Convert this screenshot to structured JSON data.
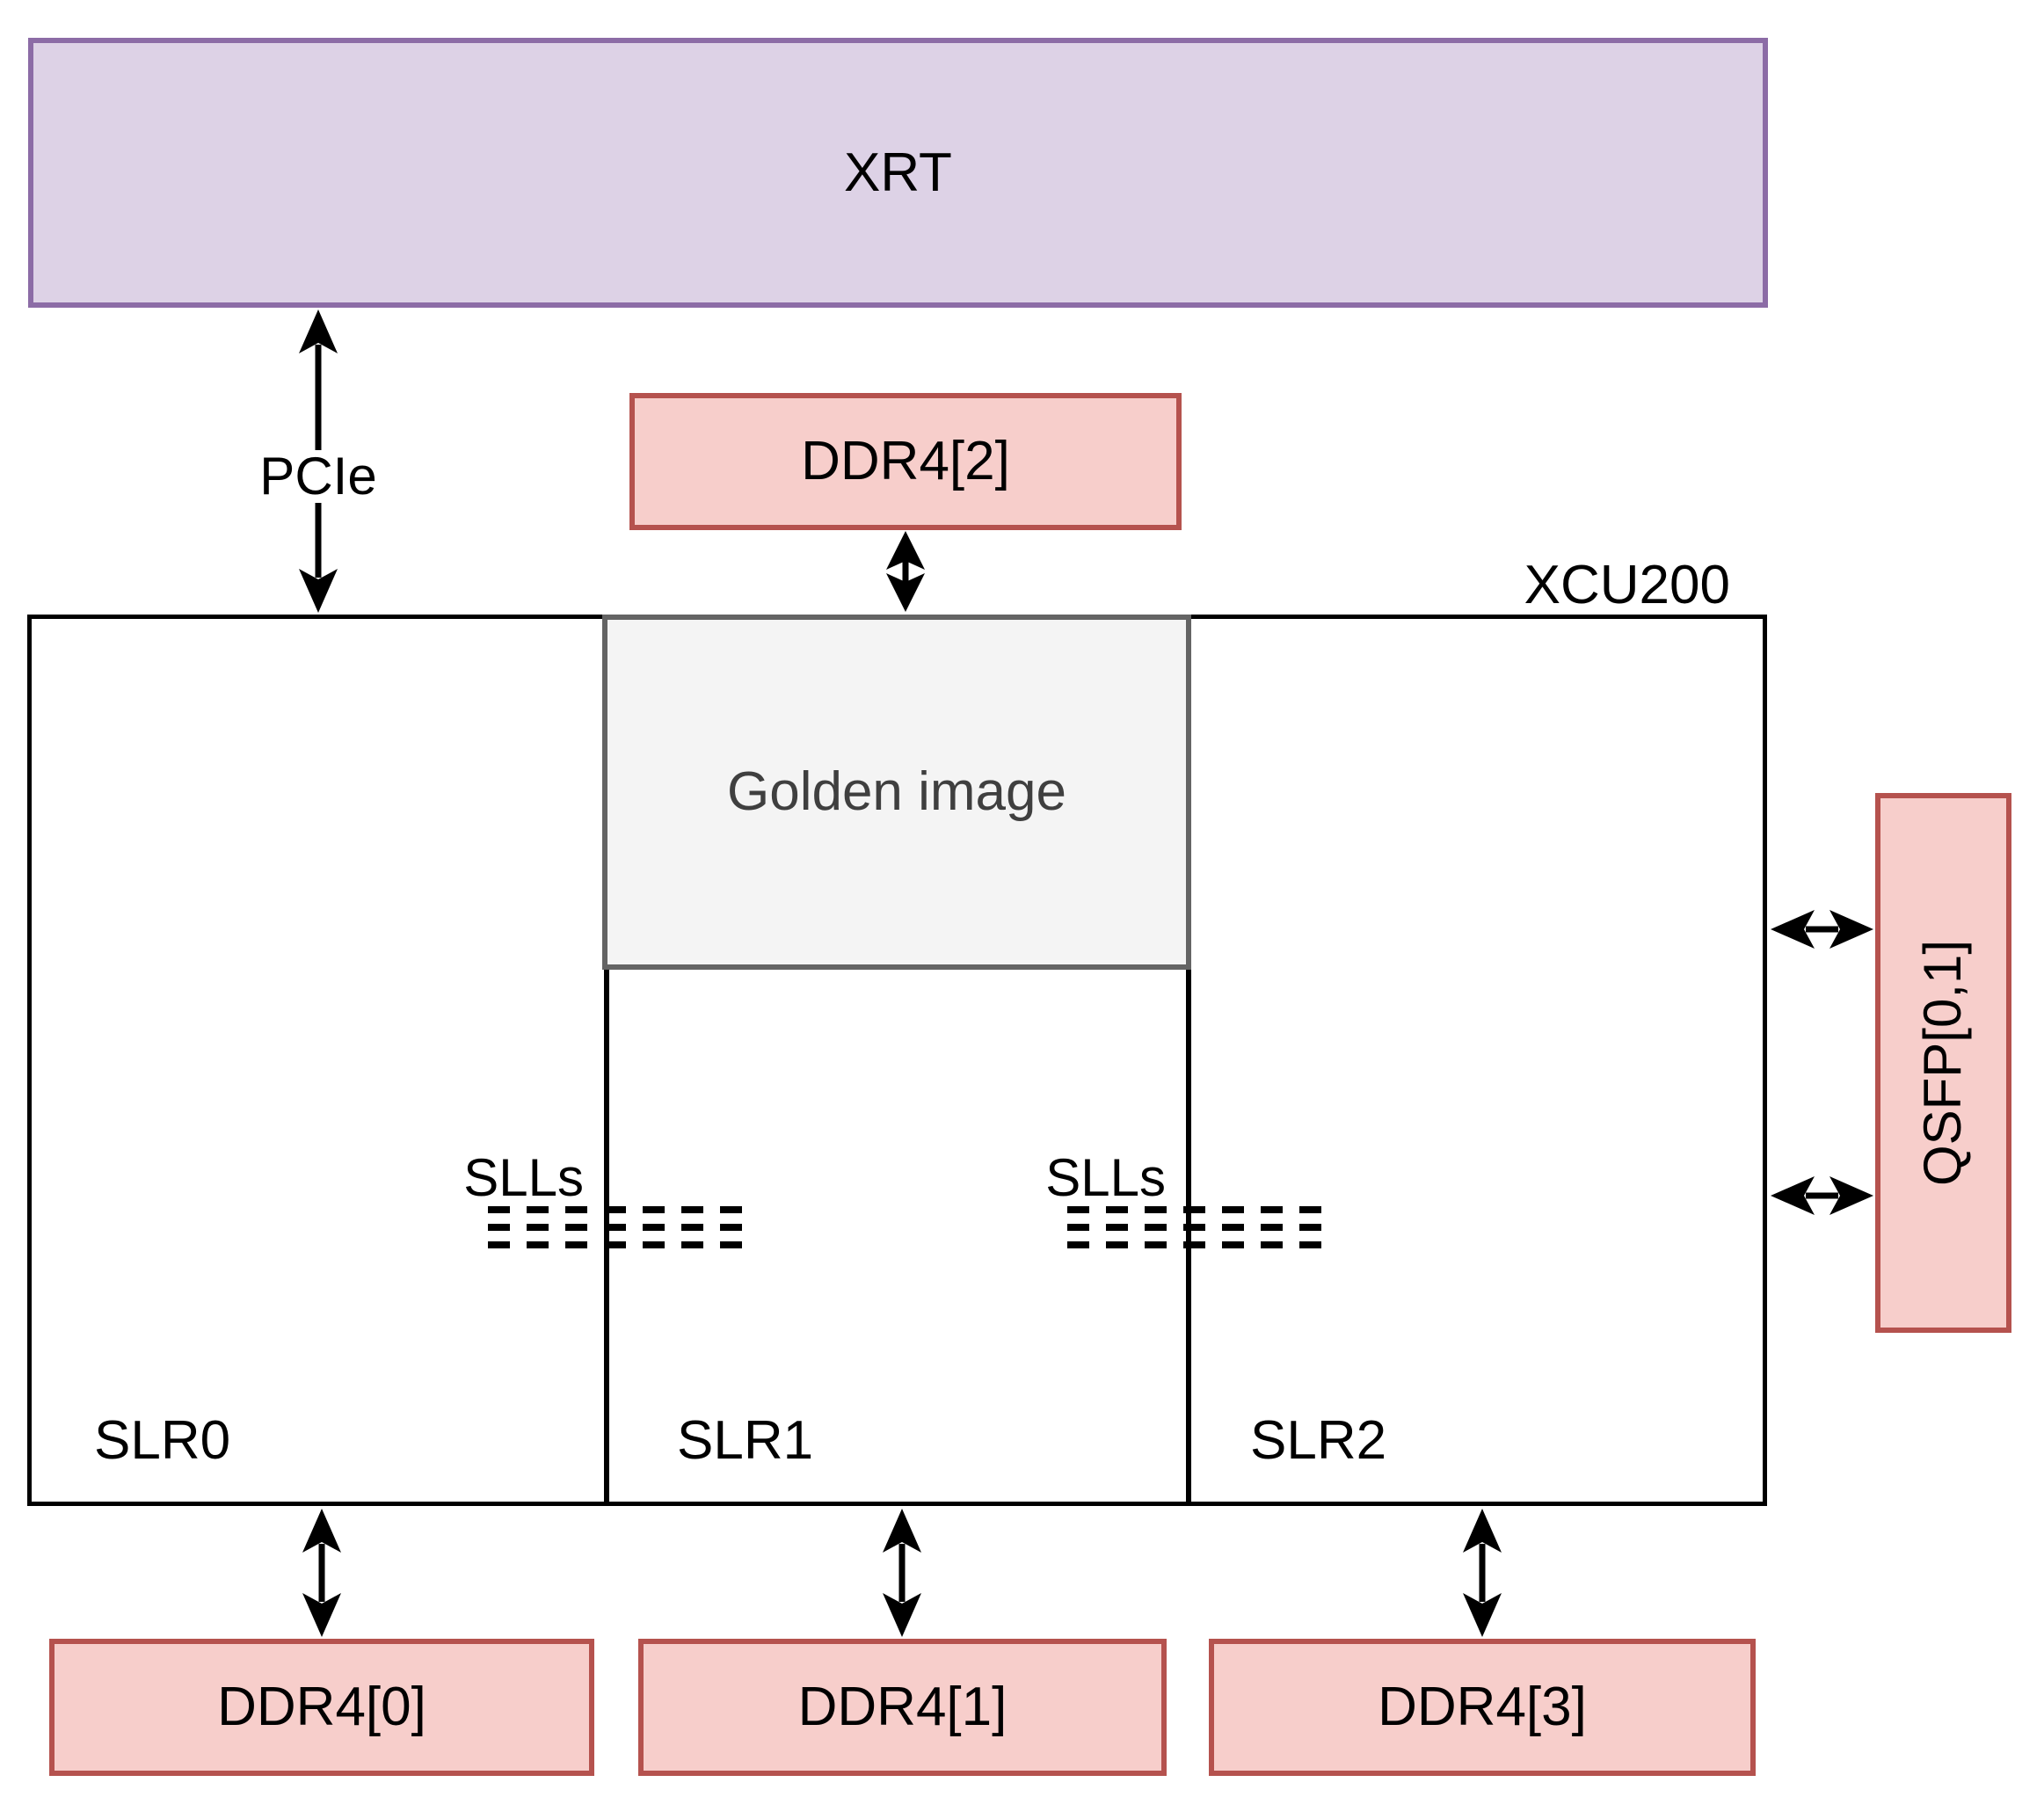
{
  "diagram": {
    "host": {
      "label": "XRT"
    },
    "pcie_link": {
      "label": "PCIe"
    },
    "fpga": {
      "label": "XCU200",
      "golden_image": {
        "label": "Golden image"
      },
      "slrs": [
        {
          "label": "SLR0"
        },
        {
          "label": "SLR1"
        },
        {
          "label": "SLR2"
        }
      ],
      "sll_links": [
        {
          "label": "SLLs"
        },
        {
          "label": "SLLs"
        }
      ]
    },
    "memories": {
      "ddr4_0": {
        "label": "DDR4[0]"
      },
      "ddr4_1": {
        "label": "DDR4[1]"
      },
      "ddr4_2": {
        "label": "DDR4[2]"
      },
      "ddr4_3": {
        "label": "DDR4[3]"
      }
    },
    "network": {
      "qsfp": {
        "label": "QSFP[0,1]"
      }
    }
  },
  "colors": {
    "host_fill": "#ddd2e6",
    "host_border": "#8c6ca6",
    "memory_fill": "#f7cecb",
    "memory_border": "#b5524e",
    "golden_fill": "#f4f4f4",
    "golden_border": "#646464",
    "golden_text": "#3f3f3f",
    "line": "#000000",
    "background": "#ffffff"
  }
}
